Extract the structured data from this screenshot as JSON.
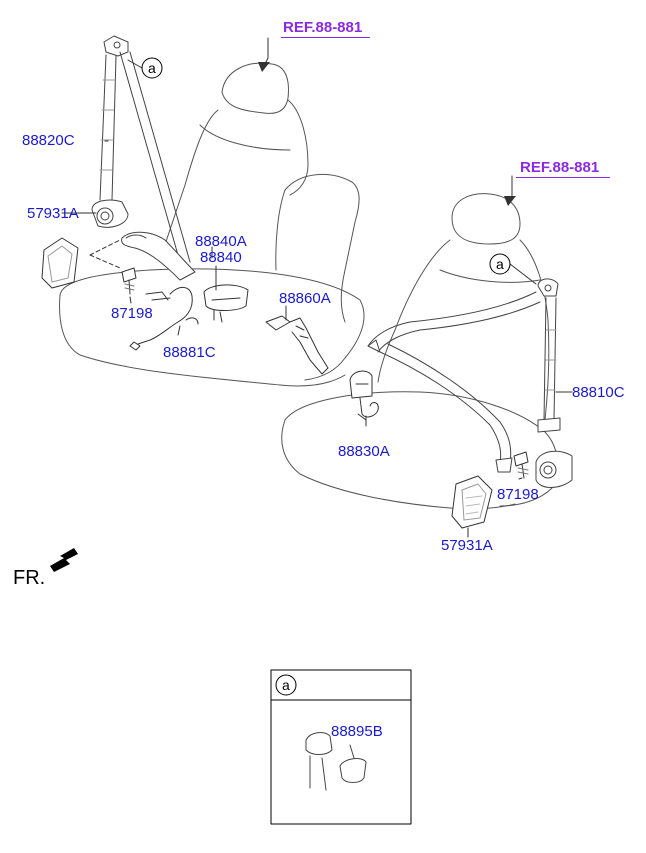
{
  "references": [
    {
      "id": "ref-rear",
      "text": "REF.88-881"
    },
    {
      "id": "ref-front",
      "text": "REF.88-881"
    }
  ],
  "parts": {
    "rear_belt": "88820C",
    "rear_cover": "57931A",
    "buckle_a": "88840A",
    "buckle": "88840",
    "rear_bolt": "87198",
    "sensor_harness": "88881C",
    "pretensioner": "88860A",
    "front_belt": "88810C",
    "front_buckle": "88830A",
    "front_bolt": "87198",
    "front_cover": "57931A",
    "detail_part": "88895B"
  },
  "callout_letter": "a",
  "direction_label": "FR.",
  "colors": {
    "part_label": "#1a1acc",
    "reference_link": "#8a2be2",
    "line_art": "#333333"
  }
}
